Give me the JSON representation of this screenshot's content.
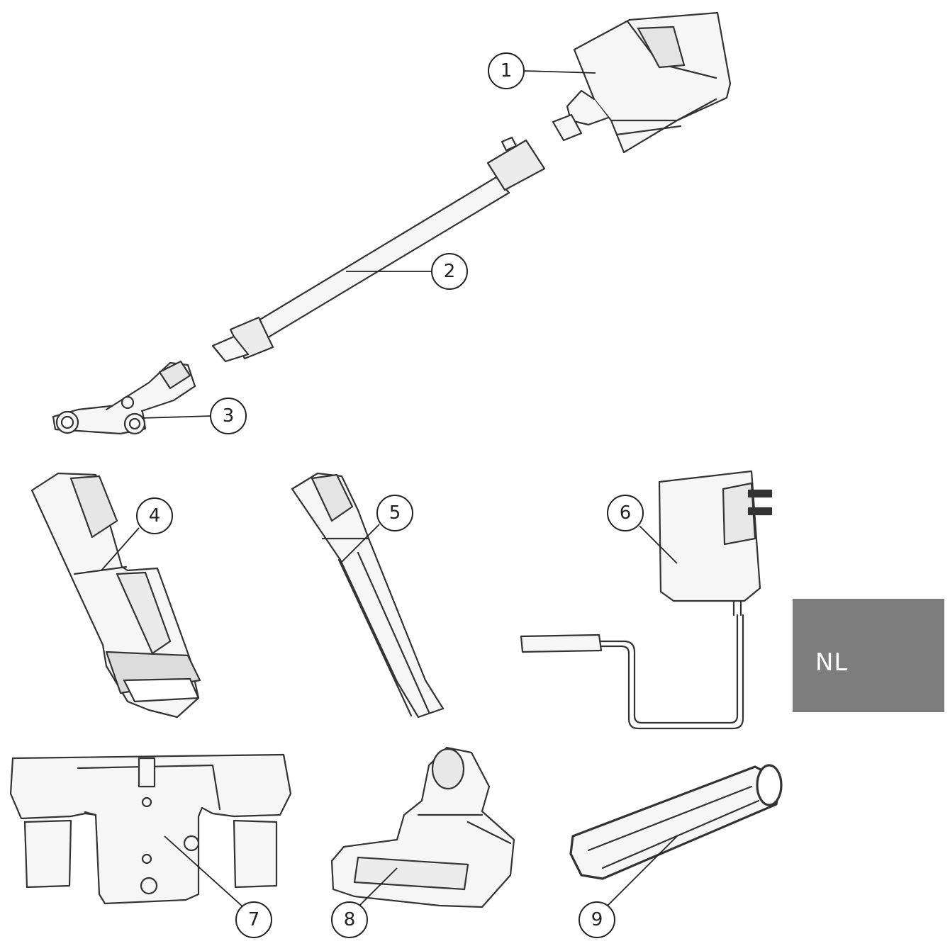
{
  "language_tab": {
    "label": "NL",
    "color": "#7d7d7d"
  },
  "callouts": [
    {
      "number": "1"
    },
    {
      "number": "2"
    },
    {
      "number": "3"
    },
    {
      "number": "4"
    },
    {
      "number": "5"
    },
    {
      "number": "6"
    },
    {
      "number": "7"
    },
    {
      "number": "8"
    },
    {
      "number": "9"
    }
  ]
}
